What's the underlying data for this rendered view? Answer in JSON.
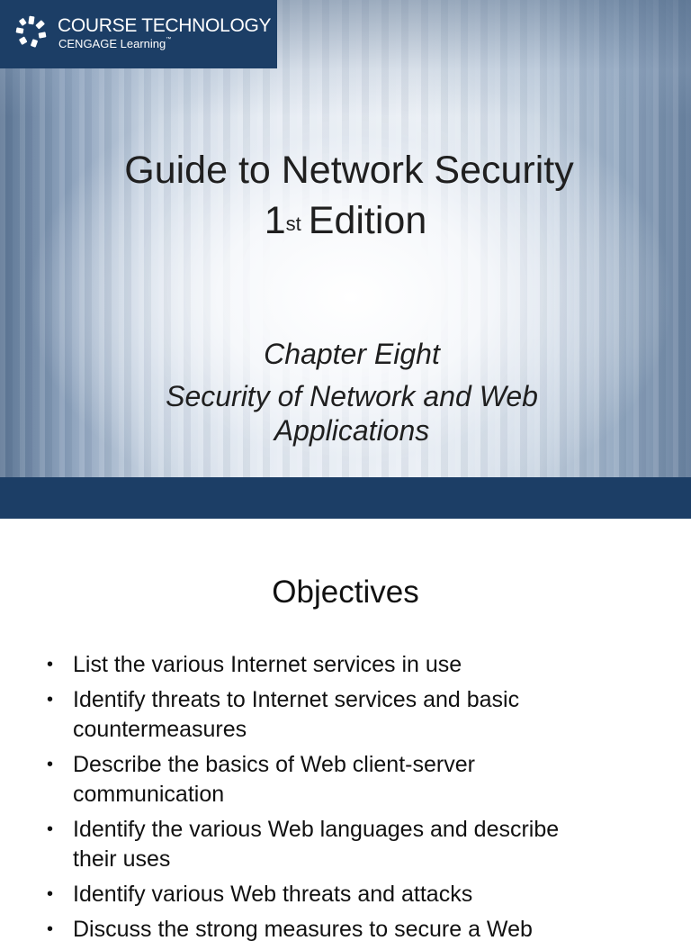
{
  "title_slide": {
    "logo": {
      "line1": "COURSE TECHNOLOGY",
      "line2": "CENGAGE Learning",
      "trademark": "™",
      "icon": "cengage-logo-icon"
    },
    "title_line1": "Guide to Network Security",
    "title_edition_number": "1",
    "title_edition_suffix": "st",
    "title_edition_word": "Edition",
    "chapter": "Chapter Eight",
    "subtitle_line1": "Security of Network and Web",
    "subtitle_line2": "Applications",
    "colors": {
      "bar": "#1c3e66"
    }
  },
  "objectives_slide": {
    "heading": "Objectives",
    "bullet_char": "•",
    "items": [
      {
        "lines": [
          "List the various Internet services in use"
        ]
      },
      {
        "lines": [
          "Identify threats to Internet services and basic",
          "countermeasures"
        ]
      },
      {
        "lines": [
          "Describe the basics of Web client-server",
          "communication"
        ]
      },
      {
        "lines": [
          "Identify the various Web languages and describe",
          "their uses"
        ]
      },
      {
        "lines": [
          "Identify various Web threats and attacks"
        ]
      },
      {
        "lines": [
          "Discuss the strong measures to secure a Web"
        ]
      }
    ]
  }
}
